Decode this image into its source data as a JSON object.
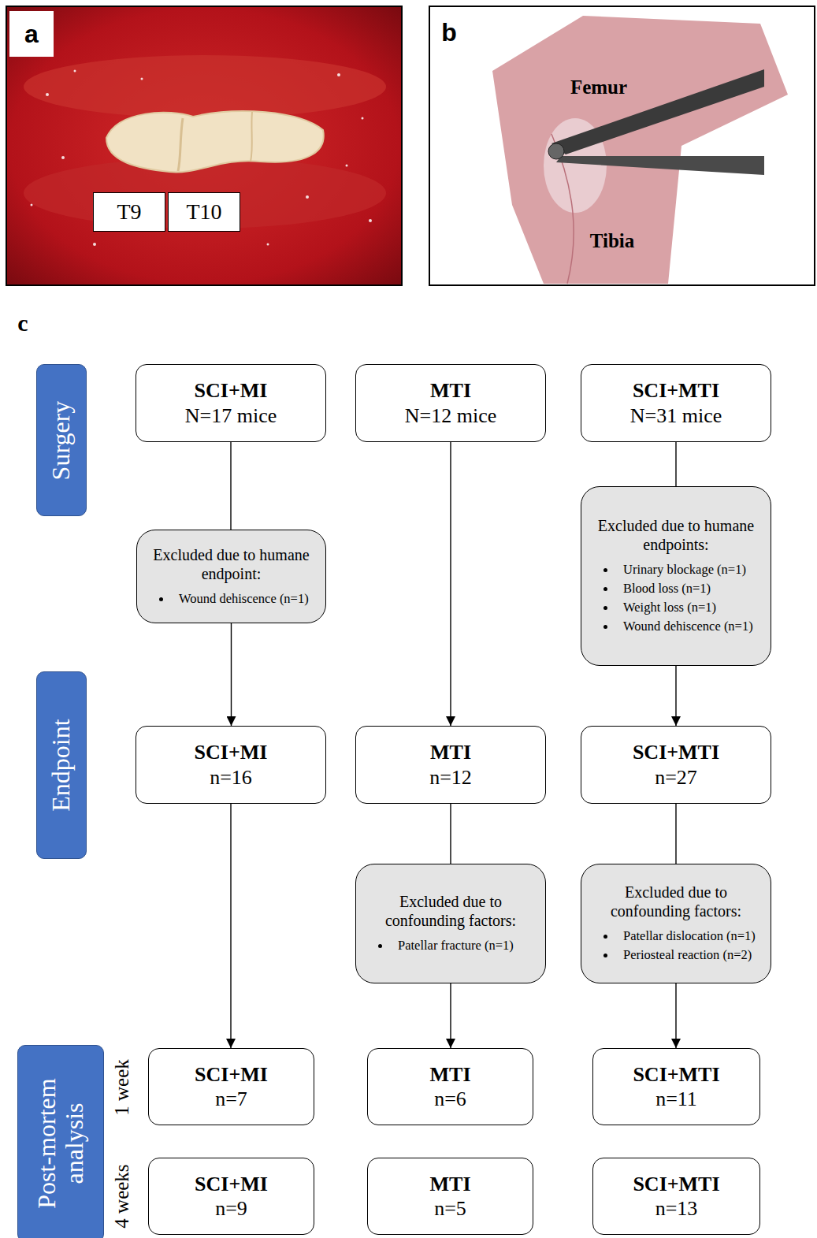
{
  "diagram": {
    "nodes": [
      {
        "text": [
          "Surgery"
        ]
      },
      {
        "text": [
          "SCI+MI",
          "N=17 mice"
        ]
      },
      {
        "text": [
          "MTI",
          "N=12 mice"
        ]
      },
      {
        "text": [
          "SCI+MTI",
          "N=31 mice"
        ]
      },
      {
        "text": [
          "Excluded due to humane endpoint:",
          "Wound dehiscence (n=1)"
        ]
      },
      {
        "text": [
          "Excluded due to humane endpoints:",
          "Urinary blockage (n=1)",
          "Blood loss (n=1)",
          "Weight loss (n=1)",
          "Wound dehiscence (n=1)"
        ]
      },
      {
        "text": [
          "Endpoint"
        ]
      },
      {
        "text": [
          "SCI+MI",
          "n=16"
        ]
      },
      {
        "text": [
          "MTI",
          "n=12"
        ]
      },
      {
        "text": [
          "SCI+MTI",
          "n=27"
        ]
      },
      {
        "text": [
          "Excluded due to confounding factors:",
          "Patellar fracture (n=1)"
        ]
      },
      {
        "text": [
          "Excluded due to confounding factors:",
          "Patellar dislocation (n=1)",
          "Periosteal reaction (n=2)"
        ]
      },
      {
        "text": [
          "Post-mortem analysis"
        ]
      },
      {
        "text": [
          "SCI+MI",
          "n=7"
        ]
      },
      {
        "text": [
          "MTI",
          "n=6"
        ]
      },
      {
        "text": [
          "SCI+MTI",
          "n=11"
        ]
      },
      {
        "text": [
          "SCI+MI",
          "n=9"
        ]
      },
      {
        "text": [
          "MTI",
          "n=5"
        ]
      },
      {
        "text": [
          "SCI+MTI",
          "n=13"
        ]
      }
    ],
    "edges": [
      {
        "from": 1,
        "to": 4,
        "arrow": "none"
      },
      {
        "from": 4,
        "to": 7,
        "arrow": "to"
      },
      {
        "from": 2,
        "to": 8,
        "arrow": "to"
      },
      {
        "from": 3,
        "to": 5,
        "arrow": "none"
      },
      {
        "from": 5,
        "to": 9,
        "arrow": "to"
      },
      {
        "from": 7,
        "to": 13,
        "arrow": "to"
      },
      {
        "from": 8,
        "to": 10,
        "arrow": "none"
      },
      {
        "from": 10,
        "to": 14,
        "arrow": "to"
      },
      {
        "from": 9,
        "to": 11,
        "arrow": "none"
      },
      {
        "from": 11,
        "to": 15,
        "arrow": "to"
      }
    ],
    "labels": [
      "a",
      "T9",
      "T10",
      "b",
      "Femur",
      "Tibia",
      "c",
      "1 week",
      "4 weeks"
    ]
  }
}
